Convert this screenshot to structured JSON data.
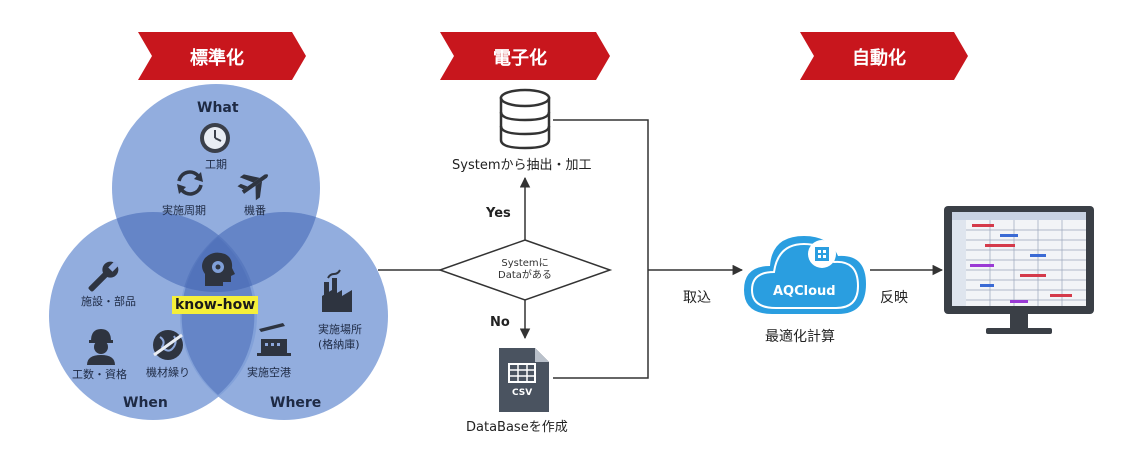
{
  "banners": {
    "standardize": "標準化",
    "digitize": "電子化",
    "automate": "自動化"
  },
  "venn": {
    "what": {
      "title": "What",
      "items": [
        "工期",
        "実施周期",
        "機番"
      ]
    },
    "when": {
      "title": "When",
      "items": [
        "施設・部品",
        "工数・資格",
        "機材繰り"
      ]
    },
    "where": {
      "title": "Where",
      "items": [
        "実施場所",
        "(格納庫)",
        "実施空港"
      ]
    },
    "center": "know-how"
  },
  "flow": {
    "extract_label": "Systemから抽出・加工",
    "decision_line1": "Systemに",
    "decision_line2": "Dataがある",
    "yes": "Yes",
    "no": "No",
    "csv_label": "CSV",
    "create_db_label": "DataBaseを作成",
    "import_label": "取込",
    "reflect_label": "反映",
    "cloud_name": "AQCloud",
    "optimize_label": "最適化計算"
  },
  "colors": {
    "banner_red": "#c8161d",
    "circle_blue": "#7f9fd8",
    "overlap_blue": "#4f6fb8",
    "cloud_blue": "#2a9ee0",
    "knowhow_yellow": "#f5ef3a"
  }
}
